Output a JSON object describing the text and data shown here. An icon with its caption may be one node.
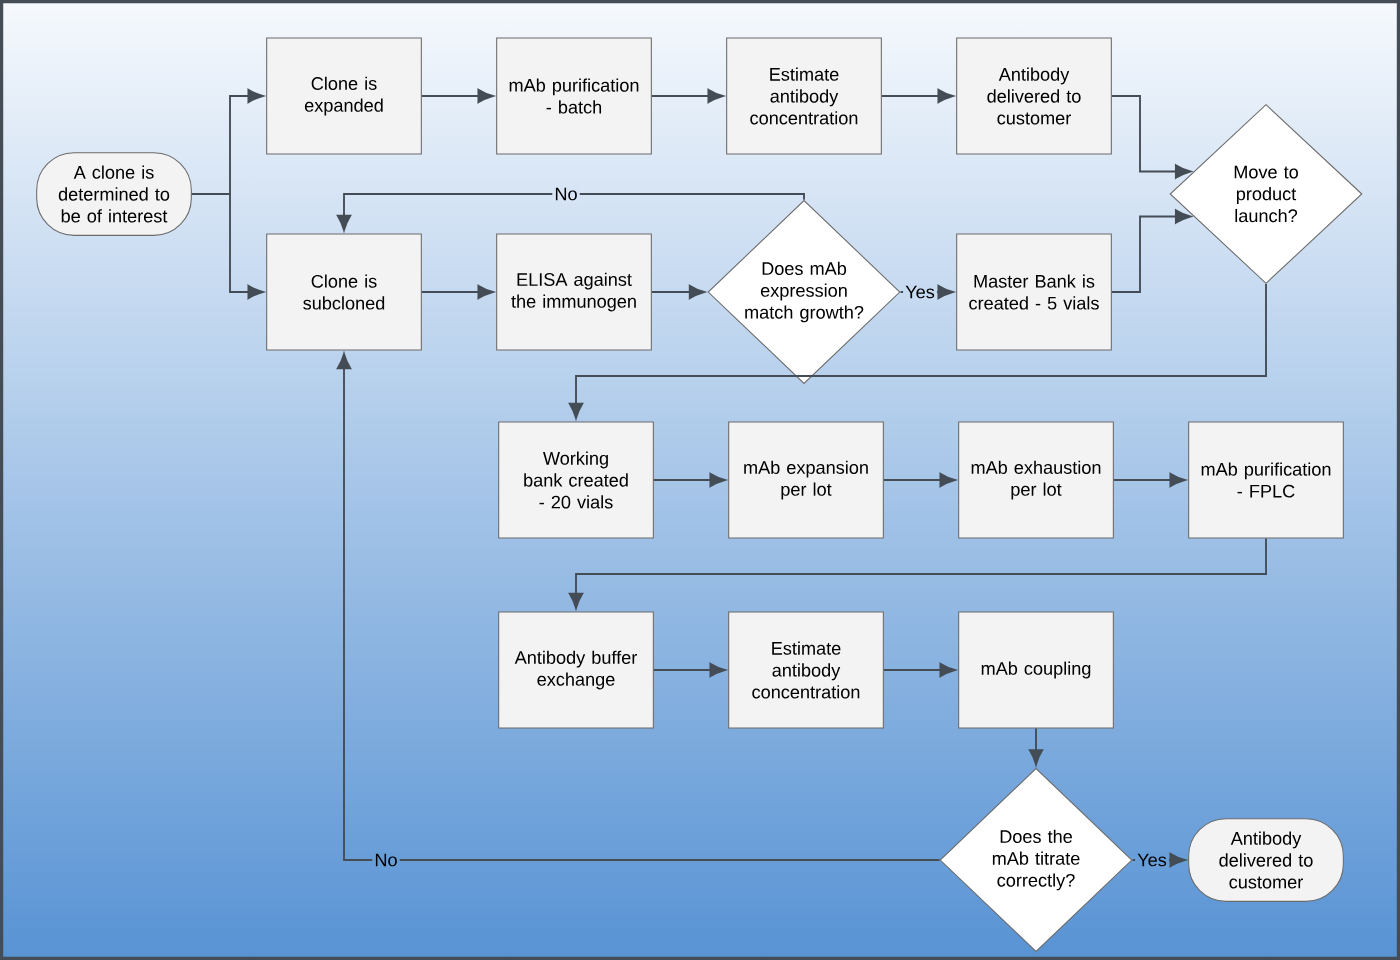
{
  "diagram": {
    "nodes": [
      {
        "text": [
          "A clone is determined to be of interest"
        ]
      },
      {
        "text": [
          "Clone is expanded"
        ]
      },
      {
        "text": [
          "mAb purification - batch"
        ]
      },
      {
        "text": [
          "Estimate antibody concentration"
        ]
      },
      {
        "text": [
          "Antibody delivered to customer"
        ]
      },
      {
        "text": [
          "Clone is subcloned"
        ]
      },
      {
        "text": [
          "ELISA against the immunogen"
        ]
      },
      {
        "text": [
          "Does mAb expression match growth?"
        ]
      },
      {
        "text": [
          "Master Bank is created - 5 vials"
        ]
      },
      {
        "text": [
          "Move to product launch?"
        ]
      },
      {
        "text": [
          "Working bank created - 20 vials"
        ]
      },
      {
        "text": [
          "mAb expansion per lot"
        ]
      },
      {
        "text": [
          "mAb exhaustion per lot"
        ]
      },
      {
        "text": [
          "mAb purification - FPLC"
        ]
      },
      {
        "text": [
          "Antibody buffer exchange"
        ]
      },
      {
        "text": [
          "Estimate antibody concentration"
        ]
      },
      {
        "text": [
          "mAb coupling"
        ]
      },
      {
        "text": [
          "Does the mAb titrate correctly?"
        ]
      },
      {
        "text": [
          "Antibody delivered to customer"
        ]
      }
    ],
    "edges": [
      {
        "from": 0,
        "to": 1,
        "arrow": "to"
      },
      {
        "from": 0,
        "to": 5,
        "arrow": "to"
      },
      {
        "from": 1,
        "to": 2,
        "arrow": "to"
      },
      {
        "from": 2,
        "to": 3,
        "arrow": "to"
      },
      {
        "from": 3,
        "to": 4,
        "arrow": "to"
      },
      {
        "from": 5,
        "to": 6,
        "arrow": "to"
      },
      {
        "from": 6,
        "to": 7,
        "arrow": "to"
      },
      {
        "from": 7,
        "to": 8,
        "arrow": "to",
        "label": "Yes"
      },
      {
        "from": 7,
        "to": 5,
        "arrow": "to",
        "label": "No"
      },
      {
        "from": 4,
        "to": 9,
        "arrow": "to"
      },
      {
        "from": 8,
        "to": 9,
        "arrow": "to"
      },
      {
        "from": 9,
        "to": 10,
        "arrow": "to"
      },
      {
        "from": 10,
        "to": 11,
        "arrow": "to"
      },
      {
        "from": 11,
        "to": 12,
        "arrow": "to"
      },
      {
        "from": 12,
        "to": 13,
        "arrow": "to"
      },
      {
        "from": 13,
        "to": 14,
        "arrow": "to"
      },
      {
        "from": 14,
        "to": 15,
        "arrow": "to"
      },
      {
        "from": 15,
        "to": 16,
        "arrow": "to"
      },
      {
        "from": 16,
        "to": 17,
        "arrow": "to"
      },
      {
        "from": 17,
        "to": 18,
        "arrow": "to",
        "label": "Yes"
      },
      {
        "from": 17,
        "to": 5,
        "arrow": "to",
        "label": "No"
      }
    ]
  }
}
